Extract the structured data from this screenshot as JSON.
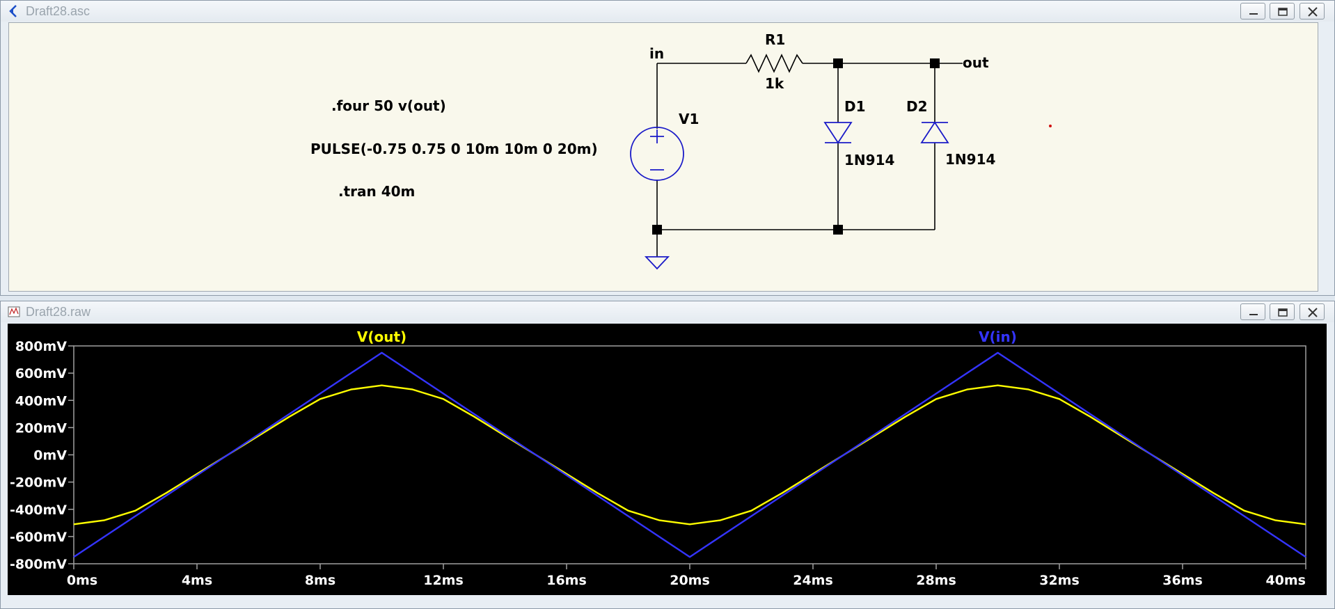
{
  "schematic_window": {
    "title": "Draft28.asc",
    "directives": [
      ".four 50 v(out)",
      "PULSE(-0.75 0.75 0 10m 10m 0 20m)",
      ".tran 40m"
    ],
    "labels": {
      "in": "in",
      "out": "out",
      "v1": "V1",
      "r1": "R1",
      "r1_value": "1k",
      "d1": "D1",
      "d1_model": "1N914",
      "d2": "D2",
      "d2_model": "1N914"
    },
    "wire_color": "#000000",
    "component_color": "#1a1ac8"
  },
  "waveform_window": {
    "title": "Draft28.raw"
  },
  "chart_data": {
    "type": "line",
    "x_unit": "ms",
    "xlim": [
      0,
      40
    ],
    "ylim": [
      -800,
      800
    ],
    "y_unit": "mV",
    "x_ticks": [
      "0ms",
      "4ms",
      "8ms",
      "12ms",
      "16ms",
      "20ms",
      "24ms",
      "28ms",
      "32ms",
      "36ms",
      "40ms"
    ],
    "y_ticks": [
      "800mV",
      "600mV",
      "400mV",
      "200mV",
      "0mV",
      "-200mV",
      "-400mV",
      "-600mV",
      "-800mV"
    ],
    "grid": false,
    "series": [
      {
        "name": "V(out)",
        "color": "#ffff00",
        "x": [
          0,
          1,
          2,
          3,
          4,
          5,
          6,
          7,
          8,
          9,
          10,
          11,
          12,
          13,
          14,
          15,
          16,
          17,
          18,
          19,
          20,
          21,
          22,
          23,
          24,
          25,
          26,
          27,
          28,
          29,
          30,
          31,
          32,
          33,
          34,
          35,
          36,
          37,
          38,
          39,
          40
        ],
        "values": [
          -510,
          -480,
          -410,
          -280,
          -140,
          0,
          140,
          280,
          410,
          480,
          510,
          480,
          410,
          280,
          140,
          0,
          -140,
          -280,
          -410,
          -480,
          -510,
          -480,
          -410,
          -280,
          -140,
          0,
          140,
          280,
          410,
          480,
          510,
          480,
          410,
          280,
          140,
          0,
          -140,
          -280,
          -410,
          -480,
          -510
        ]
      },
      {
        "name": "V(in)",
        "color": "#3434ff",
        "x": [
          0,
          10,
          20,
          30,
          40
        ],
        "values": [
          -750,
          750,
          -750,
          750,
          -750
        ]
      }
    ]
  }
}
